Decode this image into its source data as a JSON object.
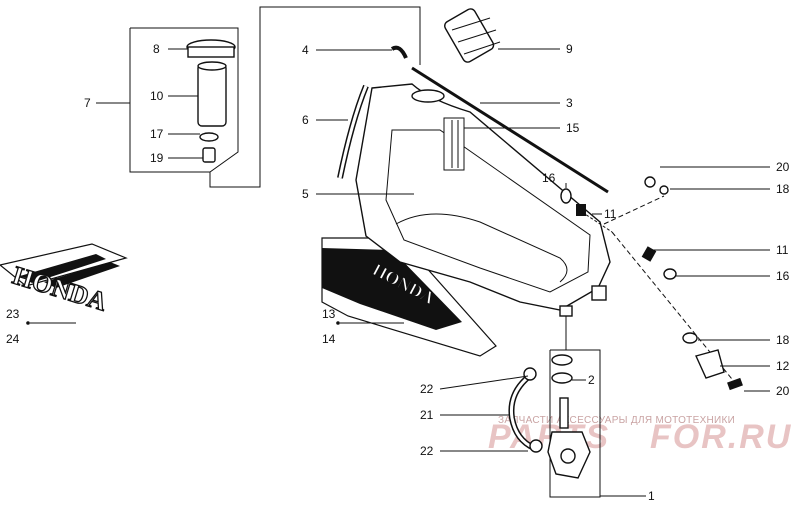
{
  "callouts": {
    "c1": "1",
    "c2": "2",
    "c3": "3",
    "c4": "4",
    "c5": "5",
    "c6": "6",
    "c7": "7",
    "c8": "8",
    "c9": "9",
    "c10": "10",
    "c11a": "11",
    "c11b": "11",
    "c12": "12",
    "c13": "13",
    "c14": "14",
    "c15": "15",
    "c16a": "16",
    "c16b": "16",
    "c17": "17",
    "c18a": "18",
    "c18b": "18",
    "c19": "19",
    "c20a": "20",
    "c20b": "20",
    "c21": "21",
    "c22a": "22",
    "c22b": "22",
    "c23": "23",
    "c24": "24"
  },
  "decals": {
    "left": "HONDA",
    "tank": "HONDA"
  },
  "watermark": {
    "caption": "ЗАПЧАСТИ АКСЕССУАРЫ ДЛЯ МОТОТЕХНИКИ",
    "brand_left": "PARTS",
    "brand_right": "FOR.RU"
  }
}
